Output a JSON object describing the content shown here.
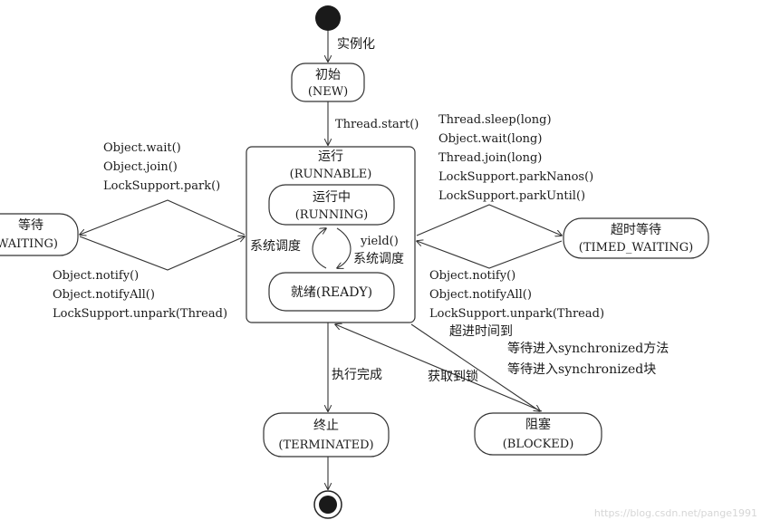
{
  "states": {
    "new": {
      "line1": "初始",
      "line2": "(NEW)"
    },
    "runnable": {
      "line1": "运行",
      "line2": "(RUNNABLE)"
    },
    "running": {
      "line1": "运行中",
      "line2": "(RUNNING)"
    },
    "ready": {
      "line1": "就绪(READY)"
    },
    "waiting": {
      "line1": "等待",
      "line2": "WAITING)"
    },
    "timed_waiting": {
      "line1": "超时等待",
      "line2": "(TIMED_WAITING)"
    },
    "terminated": {
      "line1": "终止",
      "line2": "(TERMINATED)"
    },
    "blocked": {
      "line1": "阻塞",
      "line2": "(BLOCKED)"
    }
  },
  "transitions": {
    "instantiate": "实例化",
    "start": "Thread.start()",
    "to_waiting": [
      "Object.wait()",
      "Object.join()",
      "LockSupport.park()"
    ],
    "from_waiting": [
      "Object.notify()",
      "Object.notifyAll()",
      "LockSupport.unpark(Thread)"
    ],
    "to_timed_waiting": [
      "Thread.sleep(long)",
      "Object.wait(long)",
      "Thread.join(long)",
      "LockSupport.parkNanos()",
      "LockSupport.parkUntil()"
    ],
    "from_timed_waiting": [
      "Object.notify()",
      "Object.notifyAll()",
      "LockSupport.unpark(Thread)",
      "超进时间到"
    ],
    "schedule_left": "系统调度",
    "yield": "yield()",
    "schedule_right": "系统调度",
    "complete": "执行完成",
    "acquire_lock": "获取到锁",
    "to_blocked": [
      "等待进入synchronized方法",
      "等待进入synchronized块"
    ]
  },
  "watermark": "https://blog.csdn.net/pange1991"
}
